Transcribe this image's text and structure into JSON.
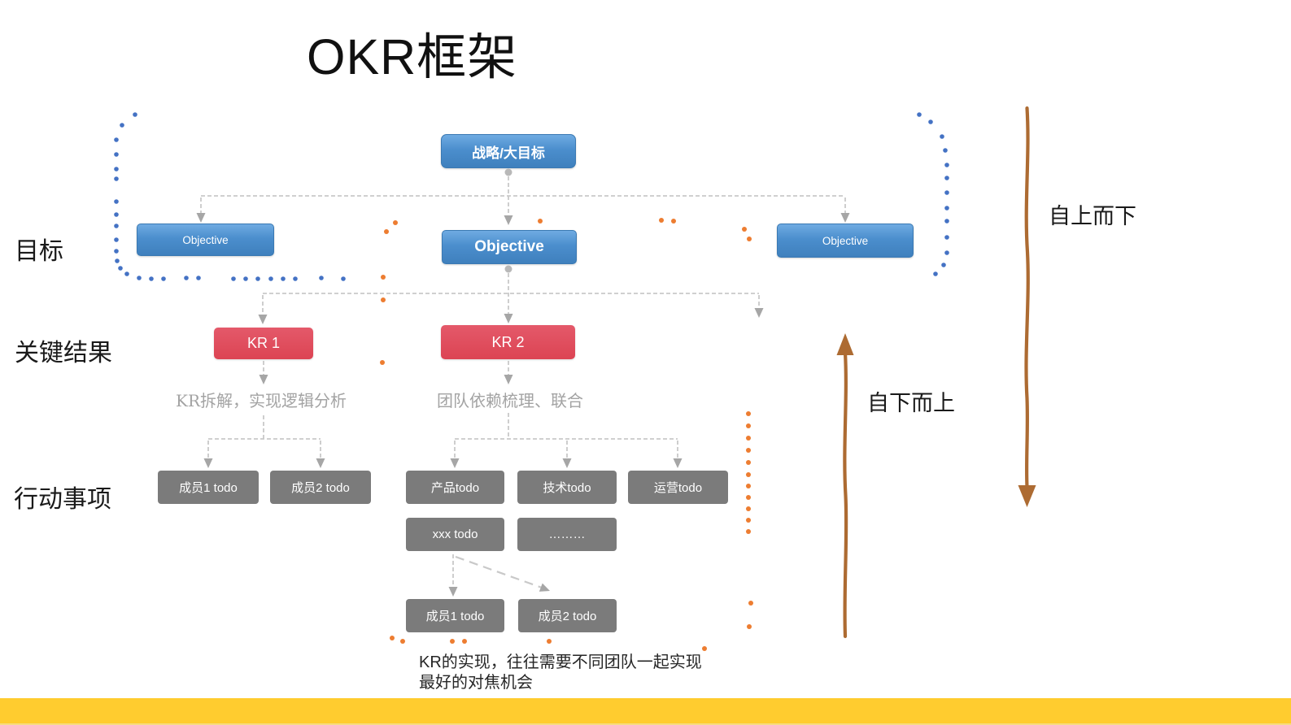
{
  "title": "OKR框架",
  "rows": [
    {
      "label": "目标"
    },
    {
      "label": "关键结果"
    },
    {
      "label": "行动事项"
    }
  ],
  "nodes": {
    "strategy": "战略/大目标",
    "objective_left": "Objective",
    "objective_center": "Objective",
    "objective_right": "Objective",
    "kr1": "KR 1",
    "kr2": "KR 2",
    "kr1_note": "KR拆解，实现逻辑分析",
    "kr2_note": "团队依赖梳理、联合",
    "member1_todo": "成员1 todo",
    "member2_todo": "成员2 todo",
    "product_todo": "产品todo",
    "tech_todo": "技术todo",
    "ops_todo": "运营todo",
    "xxx_todo": "xxx todo",
    "more_todo": "………",
    "member1_todo_b": "成员1 todo",
    "member2_todo_b": "成员2 todo"
  },
  "annotations": {
    "top_down": "自上而下",
    "bottom_up": "自下而上",
    "footnote_line1": "KR的实现，往往需要不同团队一起实现",
    "footnote_line2": "最好的对焦机会"
  },
  "colors": {
    "box_blue": "#4b8ecd",
    "box_red": "#e0515f",
    "box_gray": "#7b7b7b",
    "connector_gray": "#c9c9c9",
    "arrowhead_gray": "#a6a6a6",
    "dot_blue": "#4472c4",
    "dot_orange": "#ed7d31",
    "arrow_brown": "#ad6b32",
    "footer_yellow": "#ffcc2f",
    "footer_yellow_light": "#f6dc81",
    "note_gray": "#a3a3a3"
  }
}
